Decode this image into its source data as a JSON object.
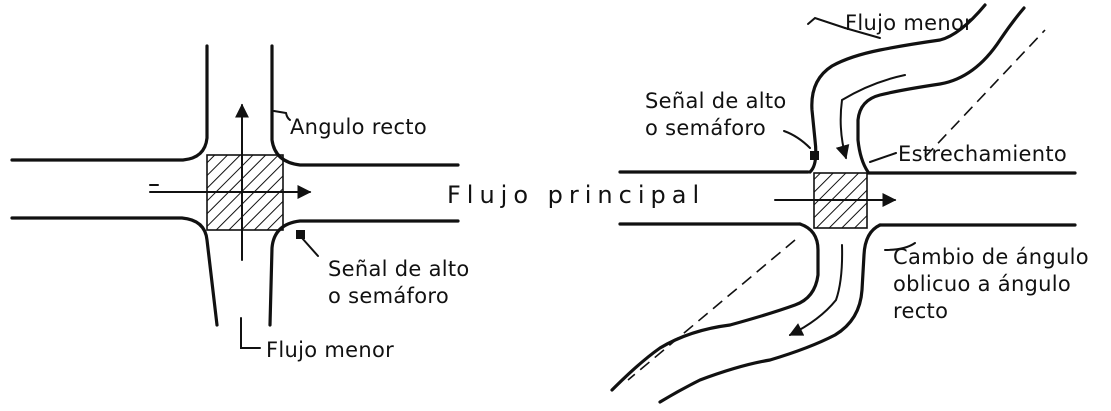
{
  "left_diagram": {
    "label_angulo_recto": "Angulo recto",
    "label_senal_line1": "Señal de alto",
    "label_senal_line2": "o semáforo",
    "label_flujo_menor": "Flujo menor"
  },
  "center": {
    "label_flujo_principal": "Flujo principal"
  },
  "right_diagram": {
    "label_flujo_menor": "Flujo menor",
    "label_senal_line1": "Señal de alto",
    "label_senal_line2": "o semáforo",
    "label_estrechamiento": "Estrechamiento",
    "label_cambio_line1": "Cambio de ángulo",
    "label_cambio_line2": "oblicuo a ángulo",
    "label_cambio_line3": "recto"
  }
}
